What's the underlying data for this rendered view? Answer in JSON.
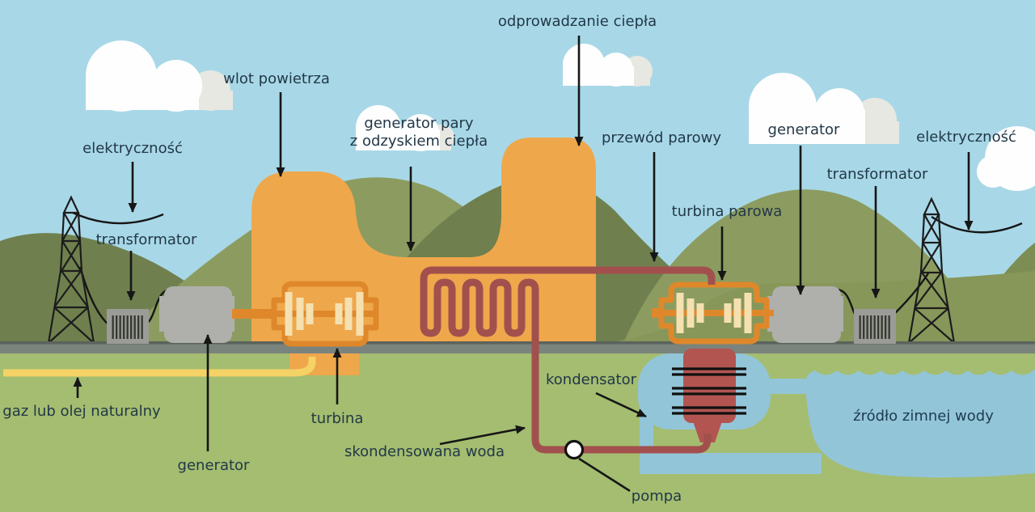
{
  "diagram": {
    "labels": {
      "odprowadzanie_ciepla": "odprowadzanie ciepła",
      "wlot_powietrza": "wlot powietrza",
      "generator_pary_line1": "generator pary",
      "generator_pary_line2": "z odzyskiem ciepła",
      "przewod_parowy": "przewód parowy",
      "turbina_parowa": "turbina parowa",
      "generator_right": "generator",
      "transformator_right": "transformator",
      "elektrycznosc_right": "elektryczność",
      "elektrycznosc_left": "elektryczność",
      "transformator_left": "transformator",
      "turbina": "turbina",
      "generator_left": "generator",
      "gaz_lub_olej": "gaz lub olej naturalny",
      "kondensator": "kondensator",
      "skondensowana_woda": "skondensowana woda",
      "pompa": "pompa",
      "zrodlo_zimnej_wody": "źródło zimnej wody"
    },
    "colors": {
      "sky": "#A8D8E7",
      "cloud_white": "#FEFEFE",
      "cloud_gray": "#E8E8E2",
      "hill_dark": "#6F804E",
      "hill_mid": "#7C8E54",
      "hill_light": "#8C9C60",
      "hill_front": "#87975A",
      "field": "#A4BD70",
      "road": "#7B837D",
      "road_edge": "#5B635D",
      "building_orange": "#EFA74B",
      "turbine_outline": "#DE882B",
      "turbine_blades": "#F4E0B0",
      "steam_pipe": "#A2504D",
      "condenser_red": "#B25551",
      "gas_pipe": "#F5D266",
      "generator_gray": "#AFB0AC",
      "transformer_gray": "#9B9C98",
      "water": "#93C5D8",
      "label_text": "#223848",
      "line_black": "#161616"
    }
  }
}
